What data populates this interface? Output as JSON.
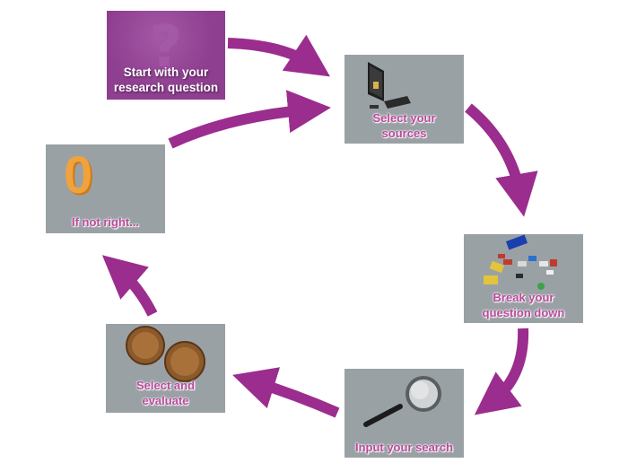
{
  "steps": {
    "start": {
      "label_line1": "Start with your",
      "label_line2": "research question"
    },
    "sources": {
      "label_line1": "Select your",
      "label_line2": "sources"
    },
    "break": {
      "label_line1": "Break your",
      "label_line2": "question down"
    },
    "search": {
      "label_line1": "Input your search"
    },
    "evaluate": {
      "label_line1": "Select and",
      "label_line2": "evaluate"
    },
    "retry": {
      "label_line1": "If not right...",
      "big_glyph": "0"
    }
  },
  "colors": {
    "arrow": "#9b2d8e",
    "box": "#9aa1a5",
    "start_box": "#8e3f8f",
    "label": "#b94a9c"
  }
}
